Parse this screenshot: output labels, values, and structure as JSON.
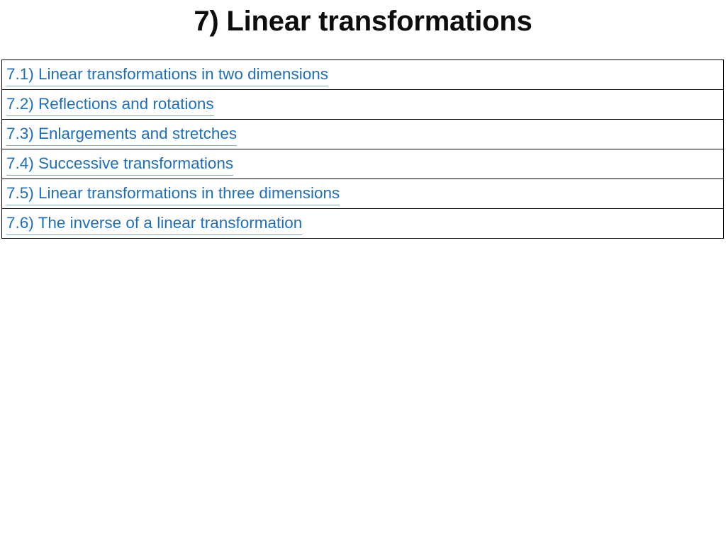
{
  "slide": {
    "title": "7) Linear transformations",
    "background_color": "#ffffff",
    "title_color": "#0d0d0d",
    "link_color": "#1f6fb8",
    "link_underline_color": "#7fa9d4",
    "border_color": "#000000"
  },
  "contents": {
    "items": [
      {
        "label": "7.1) Linear transformations in two dimensions"
      },
      {
        "label": "7.2) Reflections and rotations"
      },
      {
        "label": "7.3) Enlargements and stretches"
      },
      {
        "label": "7.4) Successive transformations"
      },
      {
        "label": "7.5) Linear transformations in three dimensions"
      },
      {
        "label": "7.6) The inverse of a linear transformation"
      }
    ]
  }
}
